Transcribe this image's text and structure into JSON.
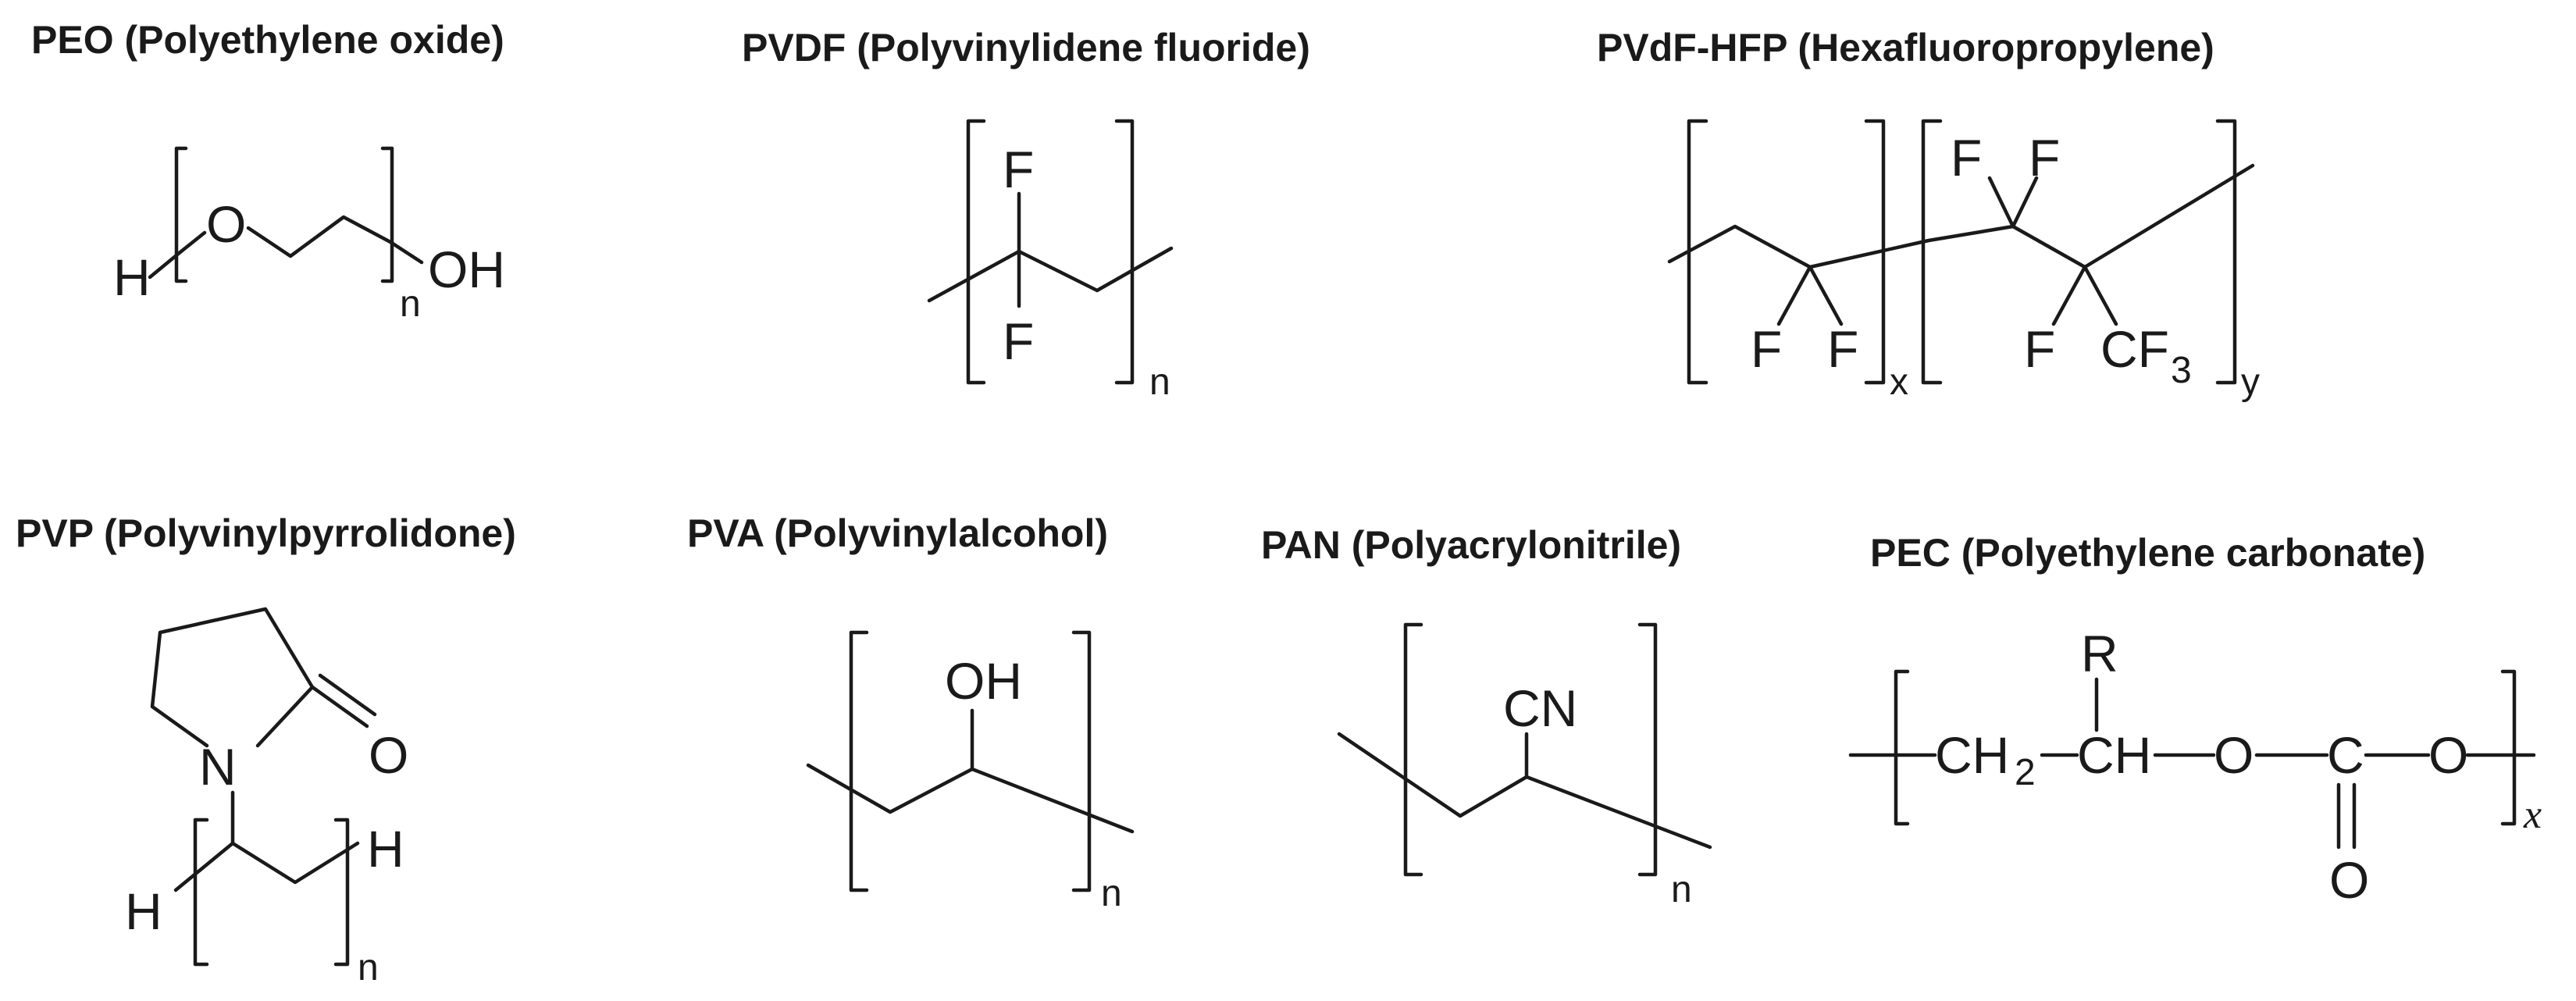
{
  "peo": {
    "title": "PEO (Polyethylene oxide)",
    "h": "H",
    "o": "O",
    "oh": "OH",
    "n": "n"
  },
  "pvdf": {
    "title": "PVDF (Polyvinylidene fluoride)",
    "f_top": "F",
    "f_bottom": "F",
    "n": "n"
  },
  "pvdf_hfp": {
    "title": "PVdF-HFP (Hexafluoropropylene)",
    "f1": "F",
    "f2": "F",
    "f3": "F",
    "f4": "F",
    "f5": "F",
    "f6": "F",
    "cf3_c": "CF",
    "cf3_sub": "3",
    "x": "x",
    "y": "y"
  },
  "pvp": {
    "title": "PVP (Polyvinylpyrrolidone)",
    "n_atom": "N",
    "o": "O",
    "h_left": "H",
    "h_right": "H",
    "n": "n"
  },
  "pva": {
    "title": "PVA (Polyvinylalcohol)",
    "oh": "OH",
    "n": "n"
  },
  "pan": {
    "title": "PAN (Polyacrylonitrile)",
    "cn": "CN",
    "n": "n"
  },
  "pec": {
    "title": "PEC (Polyethylene carbonate)",
    "r": "R",
    "ch2_c": "CH",
    "ch2_sub": "2",
    "ch": "CH",
    "o1": "O",
    "c": "C",
    "o2": "O",
    "o3": "O",
    "x": "x"
  }
}
